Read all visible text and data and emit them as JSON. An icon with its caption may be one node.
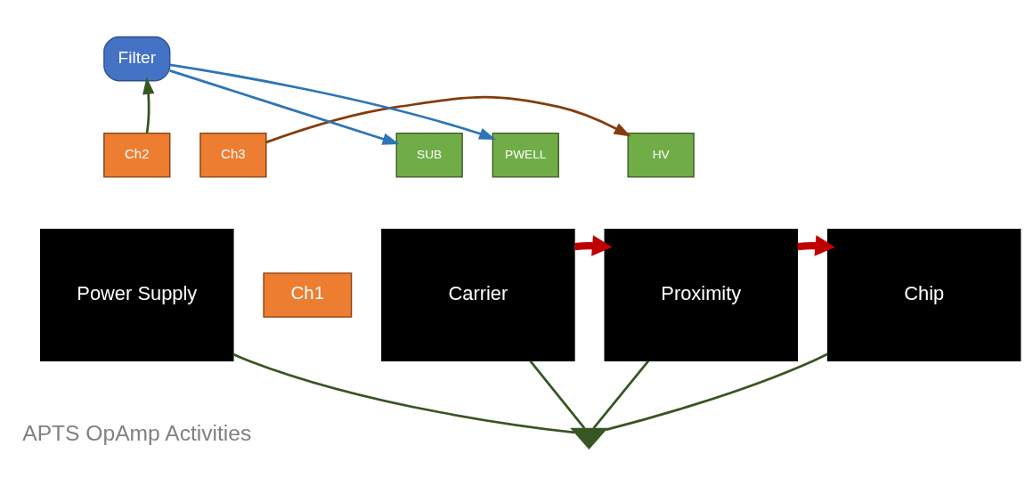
{
  "diagram": {
    "nodes": [
      {
        "text": [
          "Power Supply"
        ]
      },
      {
        "text": [
          "Ch2"
        ]
      },
      {
        "text": [
          "Ch3"
        ]
      },
      {
        "text": [
          "Filter"
        ]
      },
      {
        "text": [
          "Ch1"
        ]
      },
      {
        "text": [
          "Carrier"
        ]
      },
      {
        "text": [
          "SUB"
        ]
      },
      {
        "text": [
          "PWELL"
        ]
      },
      {
        "text": [
          "Proximity"
        ]
      },
      {
        "text": [
          "HV"
        ]
      },
      {
        "text": [
          "Chip"
        ]
      },
      {
        "text": [],
        "shape": "ground"
      }
    ],
    "edges": [
      {
        "from": 1,
        "to": 3,
        "arrow": "to",
        "color": "#375623"
      },
      {
        "from": 3,
        "to": 6,
        "arrow": "to",
        "color": "#2e75b6"
      },
      {
        "from": 3,
        "to": 7,
        "arrow": "to",
        "color": "#2e75b6"
      },
      {
        "from": 2,
        "to": 9,
        "arrow": "to",
        "color": "#843c0c"
      },
      {
        "from": 5,
        "to": 8,
        "arrow": "to",
        "style": "thick",
        "color": "#c00000"
      },
      {
        "from": 8,
        "to": 10,
        "arrow": "to",
        "style": "thick",
        "color": "#c00000"
      },
      {
        "from": 0,
        "to": 11,
        "arrow": "none",
        "color": "#375623"
      },
      {
        "from": 5,
        "to": 11,
        "arrow": "none",
        "color": "#375623"
      },
      {
        "from": 8,
        "to": 11,
        "arrow": "none",
        "color": "#375623"
      },
      {
        "from": 10,
        "to": 11,
        "arrow": "none",
        "color": "#375623"
      }
    ],
    "labels": [
      "APTS OpAmp Activities"
    ]
  }
}
